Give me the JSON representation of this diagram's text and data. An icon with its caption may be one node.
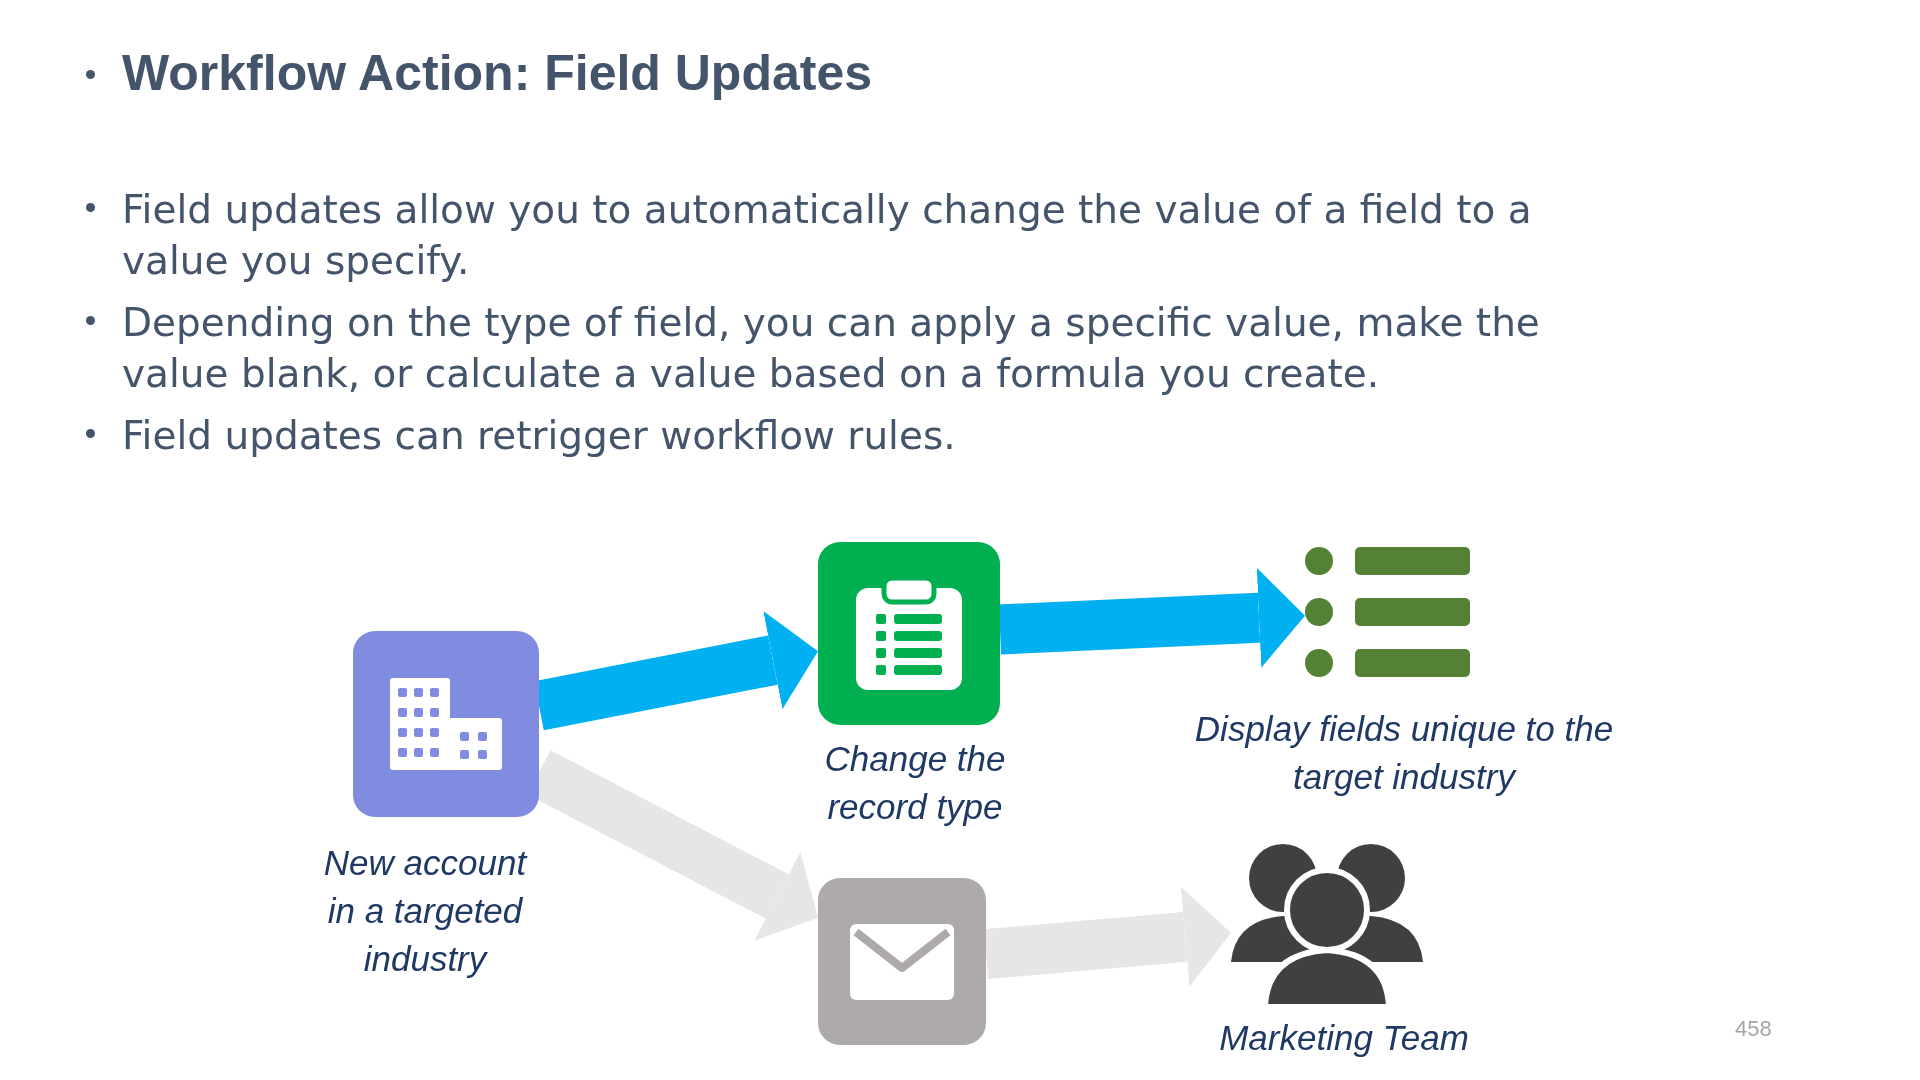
{
  "diagram": {
    "nodes": [
      {
        "text": [],
        "shape": "box",
        "beside": [
          "New account in a targeted industry"
        ]
      },
      {
        "text": [],
        "shape": "box",
        "beside": [
          "Change the record type"
        ]
      },
      {
        "text": [],
        "shape": "picture",
        "beside": [
          "Display fields unique to the target industry"
        ]
      },
      {
        "text": [],
        "shape": "box"
      },
      {
        "text": [],
        "shape": "picture",
        "beside": [
          "Marketing Team"
        ]
      }
    ],
    "edges": [
      {
        "from": 0,
        "to": 1,
        "arrow": "to",
        "color": "#00b0f0"
      },
      {
        "from": 1,
        "to": 2,
        "arrow": "to",
        "color": "#00b0f0"
      },
      {
        "from": 0,
        "to": 3,
        "arrow": "to",
        "color": "#e7e6e6"
      },
      {
        "from": 3,
        "to": 4,
        "arrow": "to",
        "color": "#e7e6e6"
      }
    ],
    "labels": [
      "Workflow Action: Field Updates",
      "Field updates allow you to automatically change the value of a field to a value you specify.",
      "Depending on the type of field, you can apply a specific value, make the value blank, or calculate a value based on a formula you create.",
      "Field updates can retrigger workflow rules.",
      "458"
    ]
  }
}
